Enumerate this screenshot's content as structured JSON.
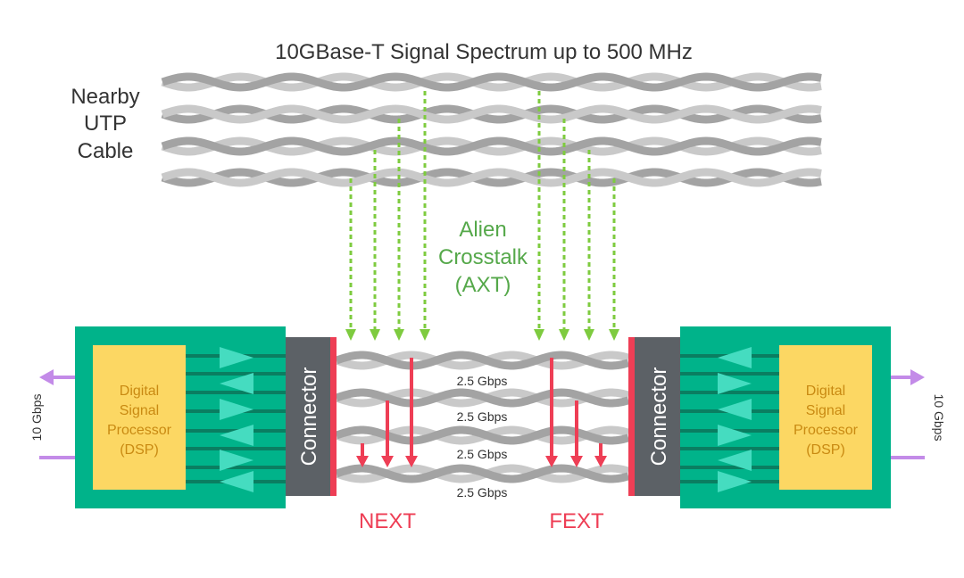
{
  "title": "10GBase-T Signal Spectrum up to 500 MHz",
  "nearby_cable": {
    "lines": [
      "Nearby",
      "UTP",
      "Cable"
    ]
  },
  "alien_crosstalk": {
    "lines": [
      "Alien",
      "Crosstalk",
      "(AXT)"
    ]
  },
  "left_end": {
    "connector_label": "Connector",
    "dsp_lines": [
      "Digital",
      "Signal",
      "Processor",
      "(DSP)"
    ],
    "rate_label": "10 Gbps"
  },
  "right_end": {
    "connector_label": "Connector",
    "dsp_lines": [
      "Digital",
      "Signal",
      "Processor",
      "(DSP)"
    ],
    "rate_label": "10 Gbps"
  },
  "pair_rates": [
    "2.5 Gbps",
    "2.5 Gbps",
    "2.5 Gbps",
    "2.5 Gbps"
  ],
  "next_label": "NEXT",
  "fext_label": "FEXT",
  "colors": {
    "module": "#00b38a",
    "dsp": "#fcd763",
    "dsp_text": "#c98a12",
    "connector": "#5c6166",
    "red": "#ee3e55",
    "green": "#7ecb3f",
    "green_text": "#55a84a",
    "purple": "#c38be8",
    "cable_light": "#c9c9c9",
    "cable_dark": "#a3a3a3"
  }
}
